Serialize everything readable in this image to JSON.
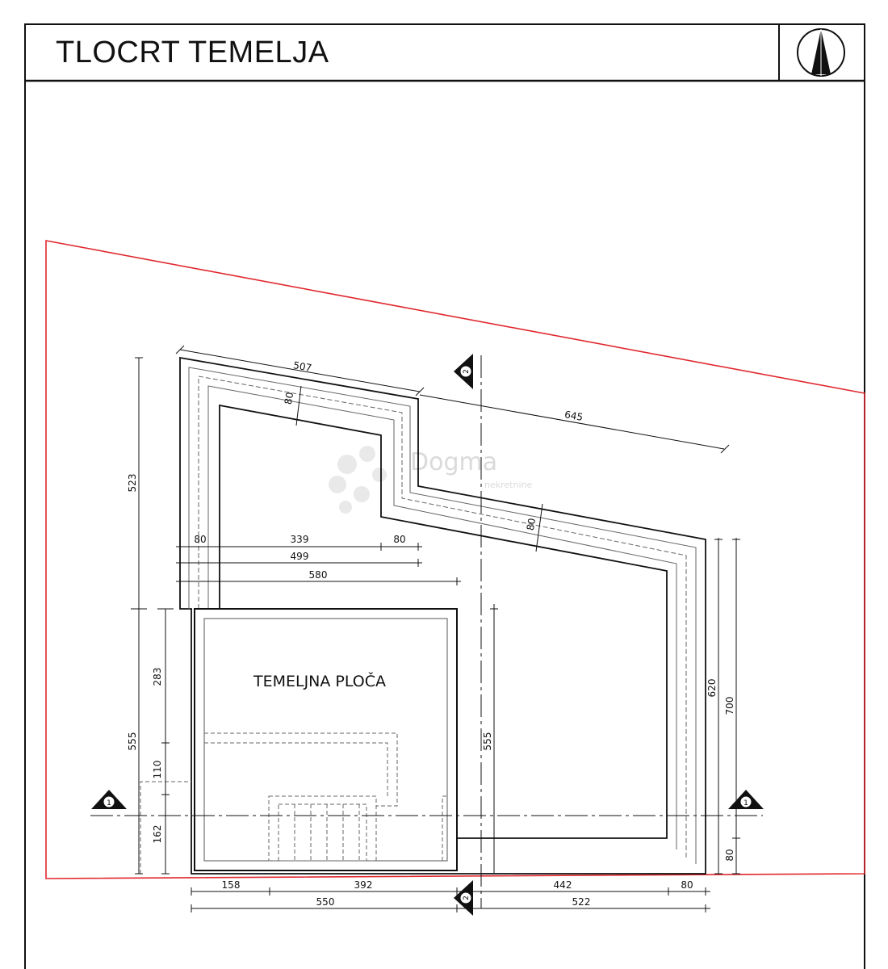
{
  "sheet": {
    "title": "TLOCRT TEMELJA",
    "north_arrow_icon": "north-arrow-icon"
  },
  "plan": {
    "slab_label": "TEMELJNA PLOČA",
    "section_markers": {
      "section_1": "1",
      "section_2": "2"
    },
    "dimensions": {
      "top_diagonal": "507",
      "wall_thickness_upper": "80",
      "right_diagonal": "645",
      "wall_thickness_diag": "80",
      "left_upper_height": "523",
      "left_lower_height": "555",
      "inner_283": "283",
      "inner_110": "110",
      "inner_162": "162",
      "chain_80_left": "80",
      "chain_339": "339",
      "chain_80_right": "80",
      "width_499": "499",
      "width_580": "580",
      "mid_height_555": "555",
      "right_height_620": "620",
      "right_height_700": "700",
      "right_wall_80": "80",
      "bottom_158": "158",
      "bottom_392": "392",
      "bottom_442": "442",
      "bottom_80": "80",
      "bottom_550": "550",
      "bottom_522": "522"
    },
    "colors": {
      "plot_boundary": "#e0282e",
      "lines": "#111111"
    }
  },
  "watermark": {
    "brand": "Dogma",
    "sub": "nekretnine"
  }
}
